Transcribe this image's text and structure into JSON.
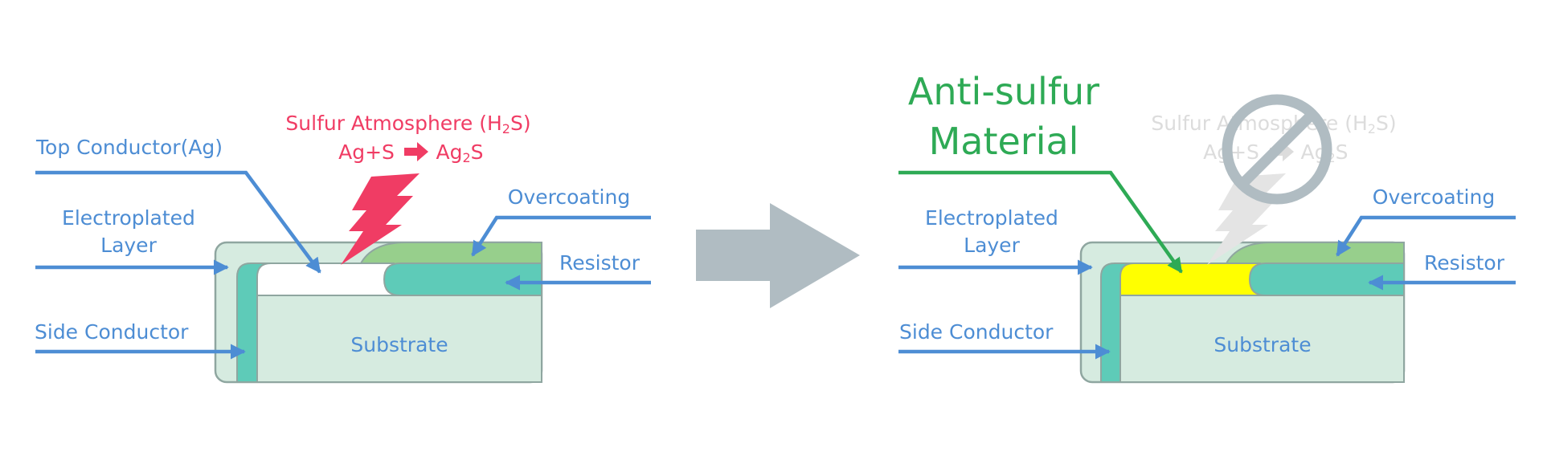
{
  "left": {
    "labels": {
      "top_conductor": "Top Conductor(Ag)",
      "electroplated_line1": "Electroplated",
      "electroplated_line2": "Layer",
      "side_conductor": "Side Conductor",
      "overcoating": "Overcoating",
      "resistor": "Resistor",
      "substrate": "Substrate"
    },
    "sulfur": {
      "title_prefix": "Sulfur Atmosphere (H",
      "title_sub": "2",
      "title_suffix": "S)",
      "reaction_left": "Ag+S",
      "reaction_right_prefix": "Ag",
      "reaction_right_sub": "2",
      "reaction_right_suffix": "S"
    }
  },
  "right": {
    "title_line1": "Anti-sulfur",
    "title_line2": "Material",
    "labels": {
      "electroplated_line1": "Electroplated",
      "electroplated_line2": "Layer",
      "side_conductor": "Side Conductor",
      "overcoating": "Overcoating",
      "resistor": "Resistor",
      "substrate": "Substrate"
    },
    "sulfur_faded": {
      "title_prefix": "Sulfur Atmosphere (H",
      "title_sub": "2",
      "title_suffix": "S)",
      "reaction_left": "Ag+S",
      "reaction_right_prefix": "Ag",
      "reaction_right_sub": "2",
      "reaction_right_suffix": "S"
    }
  },
  "colors": {
    "label_blue": "#4d8dd4",
    "sulfur_pink": "#f03c64",
    "anti_sulfur_green": "#2eaa55",
    "anti_sulfur_material": "#ffff00",
    "substrate": "#d6ebe0",
    "resistor_teal": "#5ecbb8",
    "overcoating_green": "#97cf8c",
    "arrow_gray": "#b0bcc2"
  }
}
